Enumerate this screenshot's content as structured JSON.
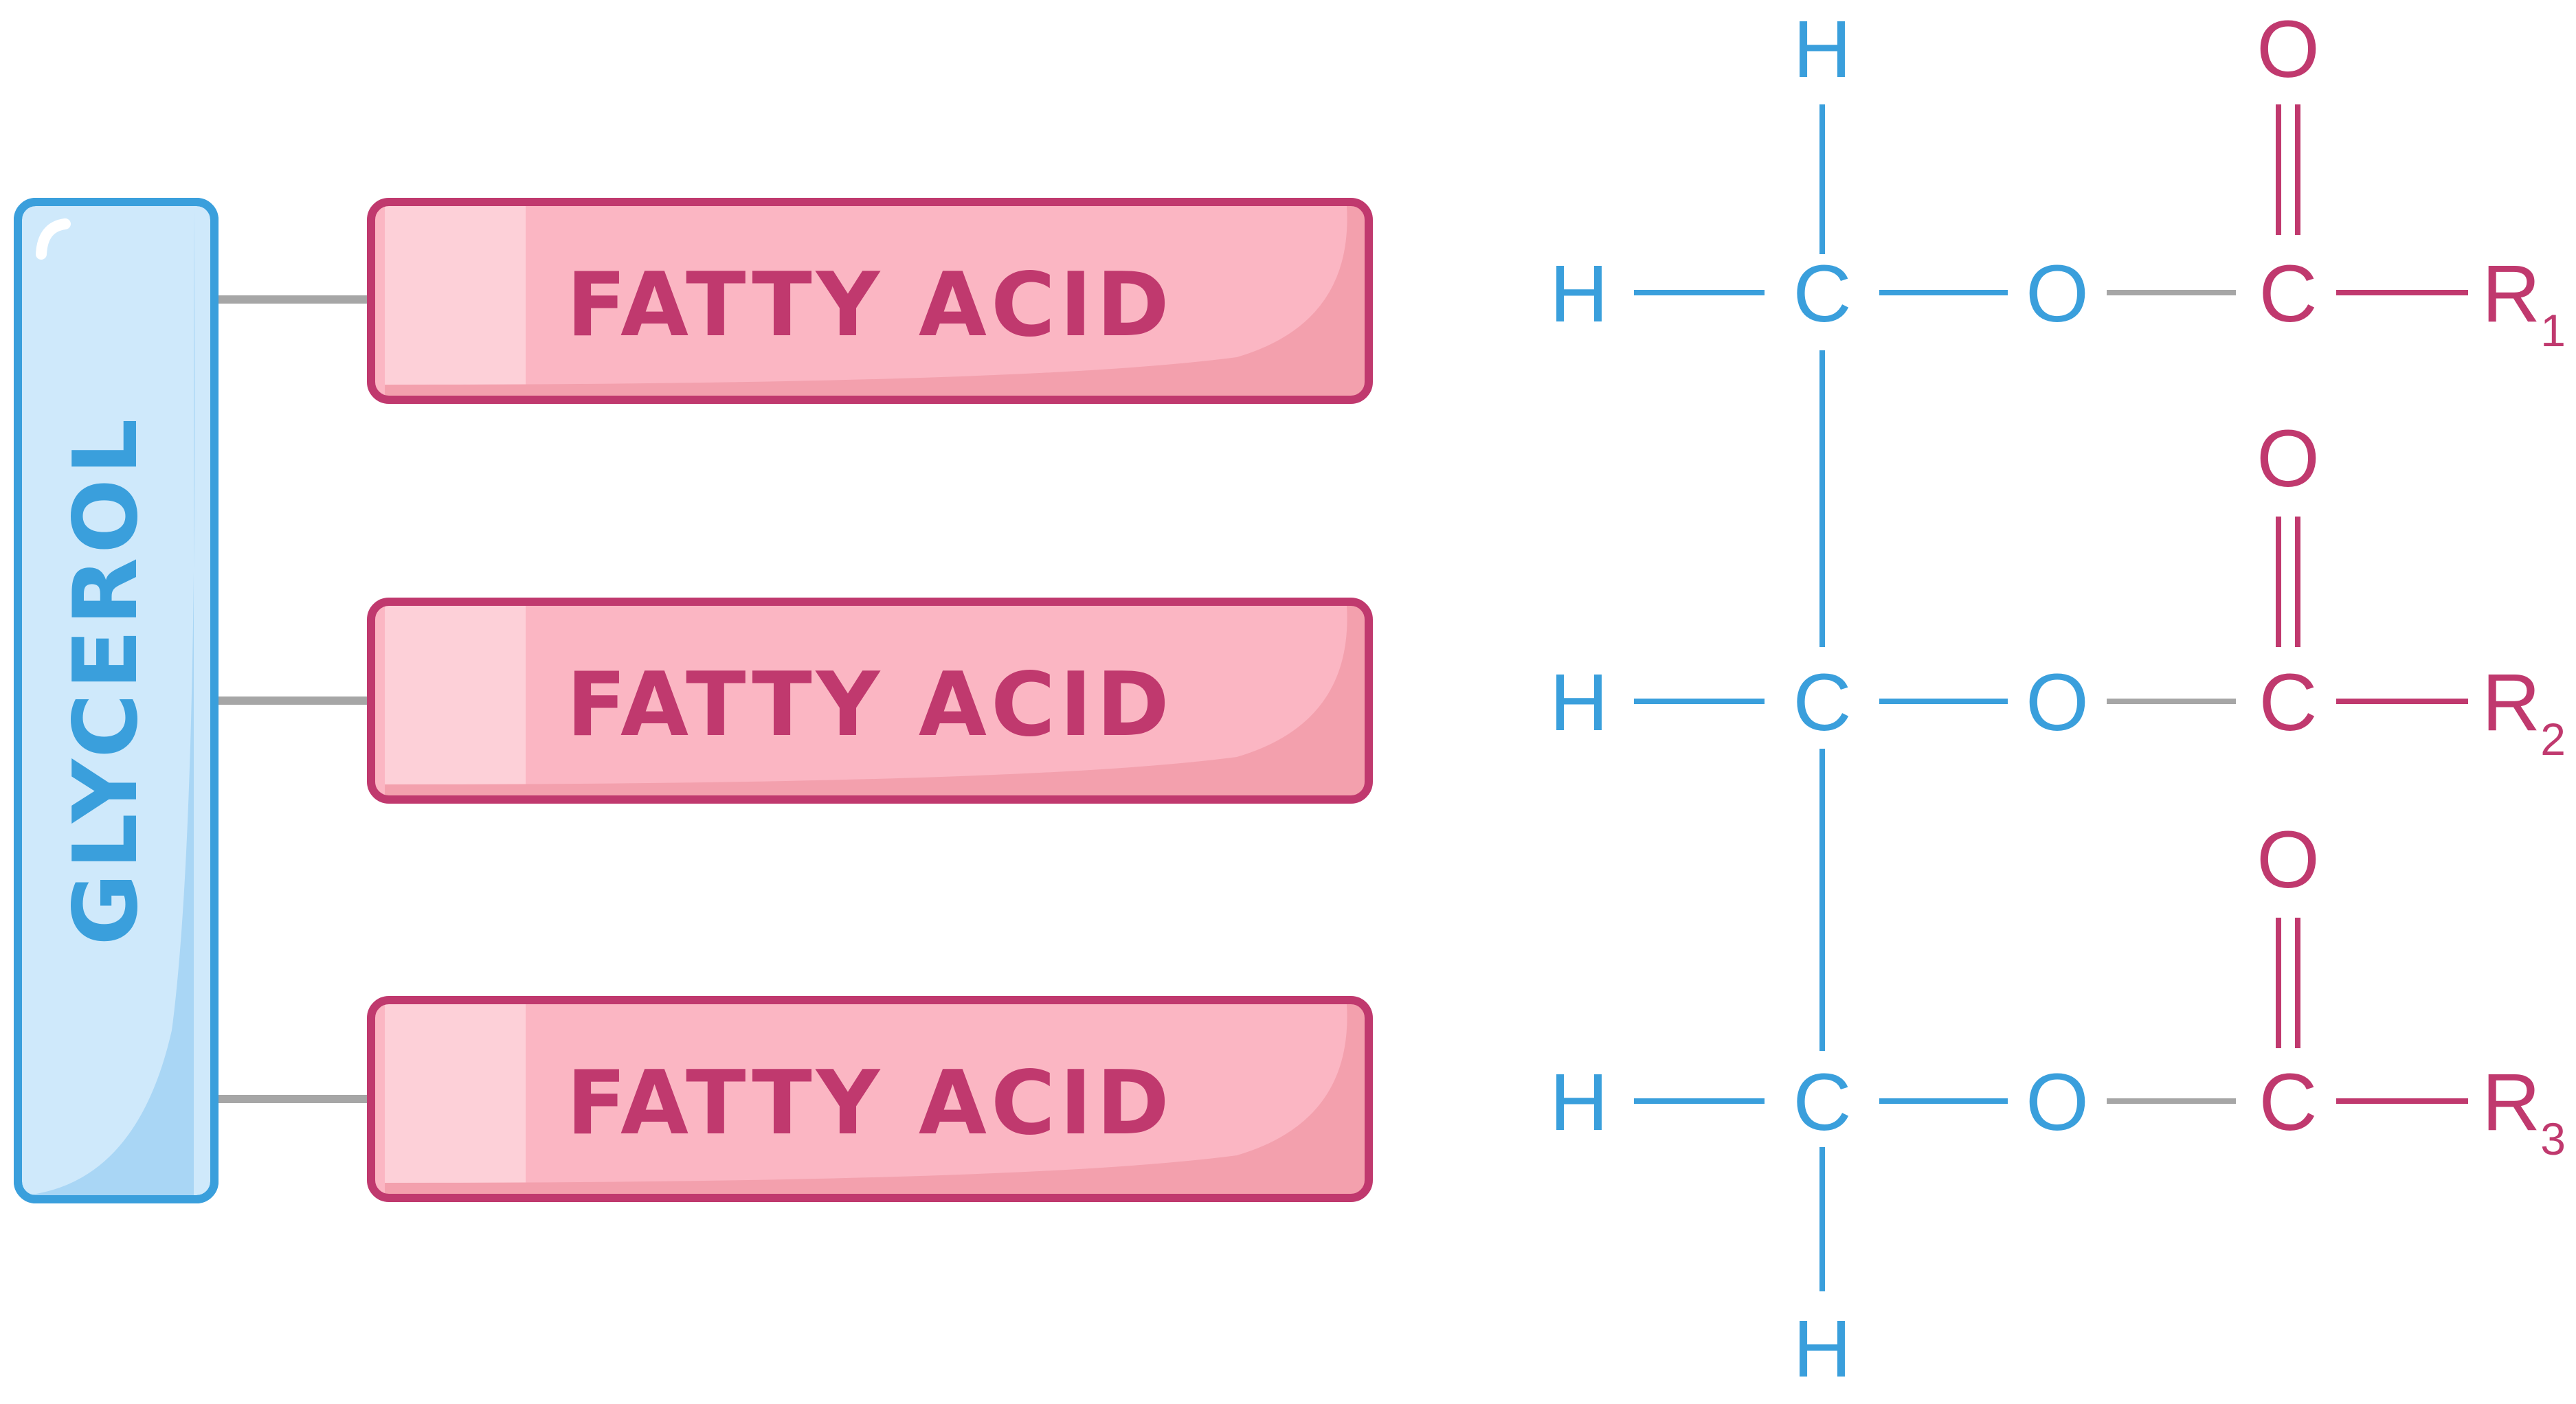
{
  "colors": {
    "glycerol": "#3a9fdc",
    "glycerol_fill": "#cfe9fb",
    "glycerol_shade": "#a9d6f5",
    "fatty_acid": "#c0396e",
    "fatty_acid_fill": "#fbb6c3",
    "fatty_acid_shade": "#f3a0ad",
    "link": "#a6a6a6"
  },
  "blocks": {
    "glycerol_label": "GLYCEROL",
    "fatty_acids": [
      {
        "label": "FATTY ACID"
      },
      {
        "label": "FATTY ACID"
      },
      {
        "label": "FATTY ACID"
      }
    ]
  },
  "structure": {
    "top_h": "H",
    "bottom_h": "H",
    "rows": [
      {
        "h": "H",
        "c": "C",
        "o": "O",
        "carbonyl_c": "C",
        "carbonyl_o": "O",
        "r": "R",
        "r_sub": "1"
      },
      {
        "h": "H",
        "c": "C",
        "o": "O",
        "carbonyl_c": "C",
        "carbonyl_o": "O",
        "r": "R",
        "r_sub": "2"
      },
      {
        "h": "H",
        "c": "C",
        "o": "O",
        "carbonyl_c": "C",
        "carbonyl_o": "O",
        "r": "R",
        "r_sub": "3"
      }
    ]
  }
}
